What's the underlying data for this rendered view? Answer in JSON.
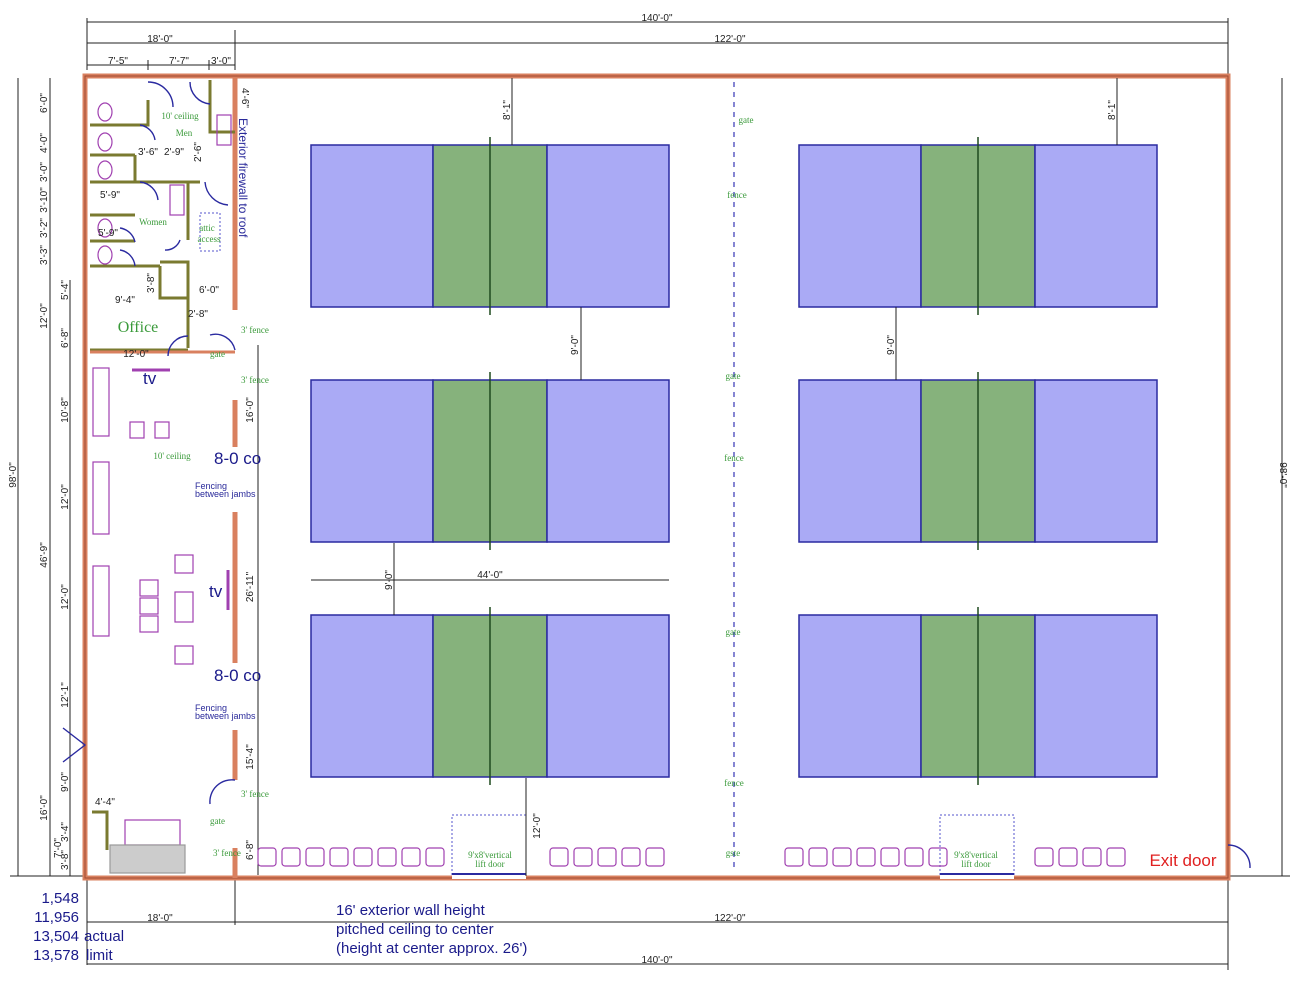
{
  "dimensions": {
    "top_total": "140'-0\"",
    "top_courts": "122'-0\"",
    "top_office": "18'-0\"",
    "top_a": "7'-5\"",
    "top_b": "7'-7\"",
    "top_c": "3'-0\"",
    "left_total": "98'-0\"",
    "right_total": "98'-0\"",
    "left": [
      "6'-0\"",
      "4'-0\"",
      "3'-0\"",
      "3'-10\"",
      "3'-2\"",
      "3'-3\"",
      "12'-0\"",
      "46'-9\"",
      "16'-0\"",
      "7'-0\""
    ],
    "left_inner": [
      "5'-4\"",
      "6'-8\"",
      "10'-8\"",
      "12'-0\"",
      "12'-0\"",
      "12'-1\"",
      "9'-0\"",
      "3'-4\"",
      "3'-8\""
    ],
    "court_top_left": "8'-1\"",
    "court_top_right": "8'-1\"",
    "court_gap_left": "9'-0\"",
    "court_gap_right": "9'-0\"",
    "court_gap_lower": "9'-0\"",
    "court_width": "44'-0\"",
    "court_bottom": "12'-0\"",
    "fence_a": "16'-0\"",
    "fence_b": "26'-11\"",
    "fence_c": "15'-4\"",
    "fence_d": "6'-8\"",
    "room": [
      "5'-9\"",
      "5'-9\"",
      "3'-6\"",
      "2'-9\"",
      "2'-6\"",
      "3'-8\"",
      "9'-4\"",
      "6'-0\"",
      "2'-8\"",
      "12'-0\"",
      "4'-4\"",
      "4'-6\""
    ],
    "bottom_office": "18'-0\"",
    "bottom_courts": "122'-0\"",
    "bottom_total": "140'-0\""
  },
  "labels": {
    "men": "Men",
    "women": "Women",
    "attic": "attic",
    "access": "access",
    "office": "Office",
    "ceiling_small": "10' ceiling",
    "ceiling": "10' ceiling",
    "firewall": "Exterior firewall to roof",
    "co1": "8-0 co",
    "co2": "8-0 co",
    "tv1": "tv",
    "tv2": "tv",
    "fencing1a": "Fencing",
    "fencing1b": "between jambs",
    "fencing2a": "Fencing",
    "fencing2b": "between jambs",
    "fence3_a": "3' fence",
    "fence3_b": "3' fence",
    "fence3_c": "3' fence",
    "fence3_d": "3' fence",
    "gate_a": "gate",
    "gate_b": "gate",
    "center": [
      "gate",
      "fence",
      "gate",
      "fence",
      "gate",
      "fence",
      "gste"
    ],
    "lift1a": "9'x8'vertical",
    "lift1b": "lift door",
    "lift2a": "9'x8'vertical",
    "lift2b": "lift door",
    "exit": "Exit door"
  },
  "areas": {
    "a": "1,548",
    "b": "11,956",
    "c": "13,504",
    "c_label": "actual",
    "d": "13,578",
    "d_label": "limit"
  },
  "notes": [
    "16' exterior wall height",
    "pitched ceiling to center",
    "(height at center approx. 26')"
  ],
  "colors": {
    "wall": "#d9805f",
    "court_blue": "#aaaaf5",
    "court_green": "#86b27c",
    "court_line": "#2a2aa0",
    "fixture": "#a040b0"
  }
}
